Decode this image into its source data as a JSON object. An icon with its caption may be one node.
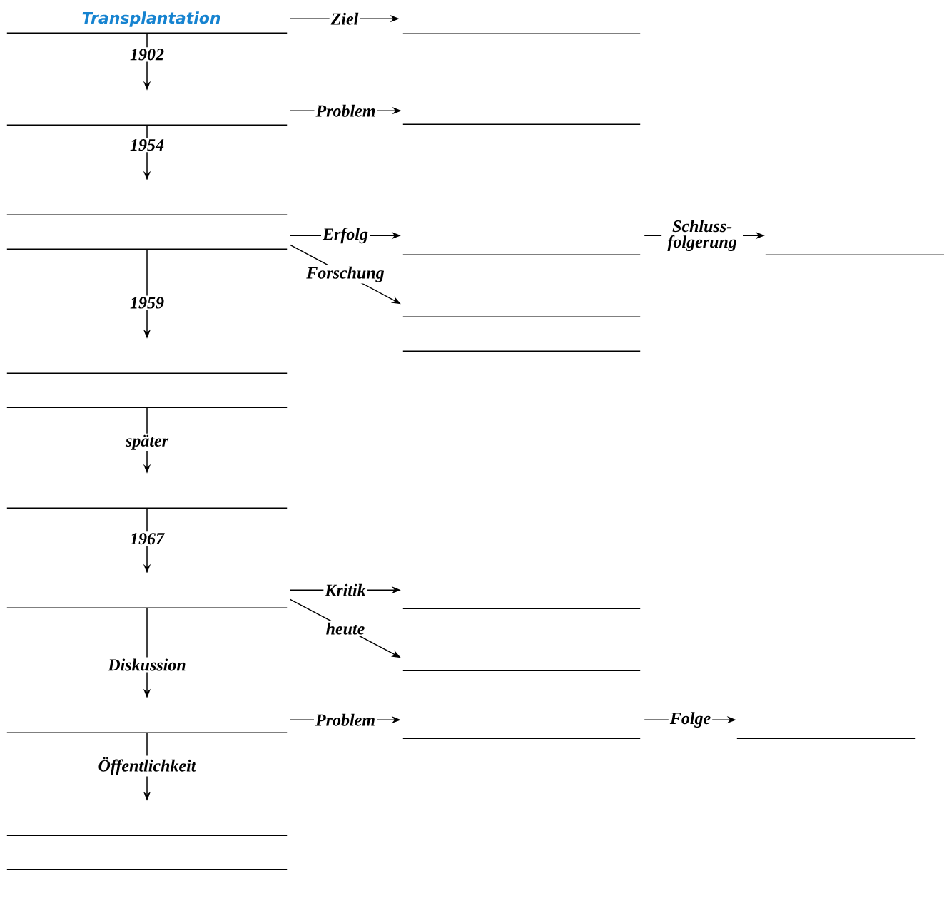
{
  "diagram": {
    "title": "Transplantation",
    "nodes": [
      {
        "text": [],
        "shape": "line"
      },
      {
        "text": [],
        "shape": "line"
      },
      {
        "text": [],
        "shape": "line"
      },
      {
        "text": [],
        "shape": "line"
      },
      {
        "text": [],
        "shape": "line"
      },
      {
        "text": [],
        "shape": "line"
      },
      {
        "text": [],
        "shape": "line"
      },
      {
        "text": [],
        "shape": "line"
      },
      {
        "text": [],
        "shape": "line"
      },
      {
        "text": [],
        "shape": "line"
      },
      {
        "text": [],
        "shape": "line"
      },
      {
        "text": [],
        "shape": "line"
      },
      {
        "text": [],
        "shape": "line"
      },
      {
        "text": [],
        "shape": "line"
      },
      {
        "text": [],
        "shape": "line"
      },
      {
        "text": [],
        "shape": "line"
      },
      {
        "text": [],
        "shape": "line"
      },
      {
        "text": [],
        "shape": "line"
      },
      {
        "text": [],
        "shape": "line"
      },
      {
        "text": [],
        "shape": "line"
      },
      {
        "text": [],
        "shape": "line"
      }
    ],
    "edges": [
      {
        "from": 0,
        "to": 1,
        "arrow": "to",
        "label": "1902"
      },
      {
        "from": 1,
        "to": 2,
        "arrow": "to",
        "label": "1954"
      },
      {
        "from": 3,
        "to": 4,
        "arrow": "to",
        "label": "1959"
      },
      {
        "from": 5,
        "to": 6,
        "arrow": "to",
        "label": "später"
      },
      {
        "from": 6,
        "to": 7,
        "arrow": "to",
        "label": "1967"
      },
      {
        "from": 7,
        "to": 8,
        "arrow": "to",
        "label": "Diskussion"
      },
      {
        "from": 8,
        "to": 9,
        "arrow": "to",
        "label": "Öffentlichkeit"
      },
      {
        "from": 0,
        "to": 11,
        "arrow": "to",
        "label": "Ziel"
      },
      {
        "from": 1,
        "to": 12,
        "arrow": "to",
        "label": "Problem"
      },
      {
        "from": 3,
        "to": 13,
        "arrow": "to",
        "label": "Erfolg"
      },
      {
        "from": 3,
        "to": 14,
        "arrow": "to",
        "label": "Forschung"
      },
      {
        "from": 13,
        "to": 19,
        "arrow": "to",
        "label": "Schluss- folgerung"
      },
      {
        "from": 7,
        "to": 16,
        "arrow": "to",
        "label": "Kritik"
      },
      {
        "from": 7,
        "to": 17,
        "arrow": "to",
        "label": "heute"
      },
      {
        "from": 8,
        "to": 18,
        "arrow": "to",
        "label": "Problem"
      },
      {
        "from": 18,
        "to": 20,
        "arrow": "to",
        "label": "Folge"
      }
    ]
  }
}
